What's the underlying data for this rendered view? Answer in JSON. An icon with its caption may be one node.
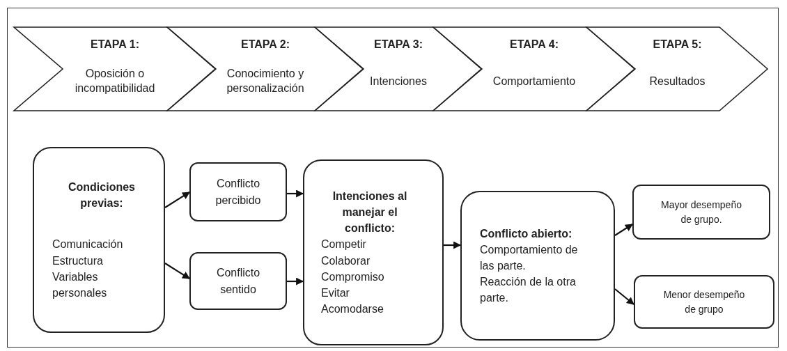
{
  "diagram": {
    "nodes": [
      {
        "text": [
          "ETAPA 1:",
          "Oposición o incompatibilidad"
        ]
      },
      {
        "text": [
          "ETAPA 2:",
          "Conocimiento y personalización"
        ]
      },
      {
        "text": [
          "ETAPA 3:",
          "Intenciones"
        ]
      },
      {
        "text": [
          "ETAPA 4:",
          "Comportamiento"
        ]
      },
      {
        "text": [
          "ETAPA 5:",
          "Resultados"
        ]
      },
      {
        "text": [
          "Condiciones previas:",
          "Comunicación",
          "Estructura",
          "Variables personales"
        ]
      },
      {
        "text": [
          "Conflicto percibido"
        ]
      },
      {
        "text": [
          "Conflicto sentido"
        ]
      },
      {
        "text": [
          "Intenciones al manejar el conflicto:",
          "Competir",
          "Colaborar",
          "Compromiso",
          "Evitar",
          "Acomodarse"
        ]
      },
      {
        "text": [
          "Conflicto abierto:",
          "Comportamiento de las parte.",
          "Reacción de la otra parte."
        ]
      },
      {
        "text": [
          "Mayor desempeño de grupo."
        ]
      },
      {
        "text": [
          "Menor desempeño de grupo"
        ]
      }
    ],
    "edges": [
      {
        "from": 5,
        "to": 6,
        "arrow": "to"
      },
      {
        "from": 5,
        "to": 7,
        "arrow": "to"
      },
      {
        "from": 6,
        "to": 8,
        "arrow": "to"
      },
      {
        "from": 7,
        "to": 8,
        "arrow": "to"
      },
      {
        "from": 8,
        "to": 9,
        "arrow": "to"
      },
      {
        "from": 9,
        "to": 10,
        "arrow": "to"
      },
      {
        "from": 9,
        "to": 11,
        "arrow": "to"
      }
    ]
  }
}
